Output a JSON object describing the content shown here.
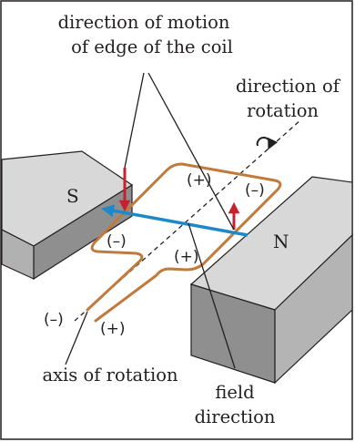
{
  "figure": {
    "labels": {
      "motion_line1": "direction of motion",
      "motion_line2": "of edge of the coil",
      "rotation_line1": "direction of",
      "rotation_line2": "rotation",
      "axis": "axis of rotation",
      "field_line1": "field",
      "field_line2": "direction",
      "pole_south": "S",
      "pole_north": "N"
    },
    "signs": {
      "top_left": "(+)",
      "top_right": "(–)",
      "bottom_left": "(–)",
      "bottom_right": "(+)",
      "lead_left": "(–)",
      "lead_right": "(+)"
    },
    "colors": {
      "coil": "#c07a3c",
      "field_arrow": "#1e88c8",
      "motion_arrow": "#c8202e",
      "magnet_top": "#d6d6d6",
      "magnet_front": "#8e8e8e",
      "magnet_side": "#b0b0b0",
      "outline": "#231f20"
    }
  }
}
